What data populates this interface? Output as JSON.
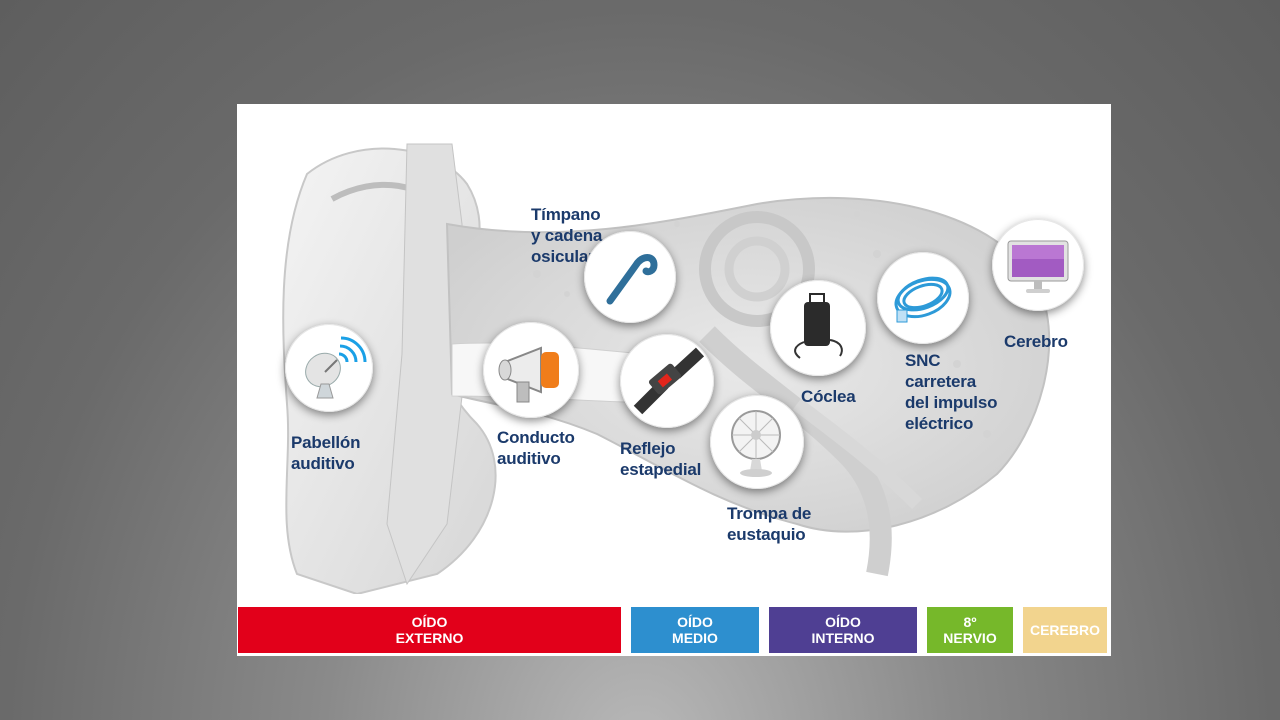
{
  "labels": {
    "pabellon": "Pabellón\nauditivo",
    "conducto": "Conducto\nauditivo",
    "timpano": "Tímpano\ny cadena\nosicular",
    "reflejo": "Reflejo\nestapedial",
    "trompa": "Trompa de\neustaquio",
    "coclea": "Cóclea",
    "snc": "SNC\ncarretera\ndel impulso\neléctrico",
    "cerebro": "Cerebro"
  },
  "bands": [
    {
      "label": "OÍDO\nEXTERNO",
      "color": "#e2001a"
    },
    {
      "label": "OÍDO\nMEDIO",
      "color": "#2d8fcf"
    },
    {
      "label": "OÍDO\nINTERNO",
      "color": "#4f3f93"
    },
    {
      "label": "8º\nNERVIO",
      "color": "#76b82a"
    },
    {
      "label": "CEREBRO",
      "color": "#f2d48e"
    }
  ],
  "icons": [
    "satellite-dish-icon",
    "megaphone-icon",
    "hook-icon",
    "seatbelt-icon",
    "fan-icon",
    "power-adapter-icon",
    "network-cable-icon",
    "monitor-icon"
  ]
}
